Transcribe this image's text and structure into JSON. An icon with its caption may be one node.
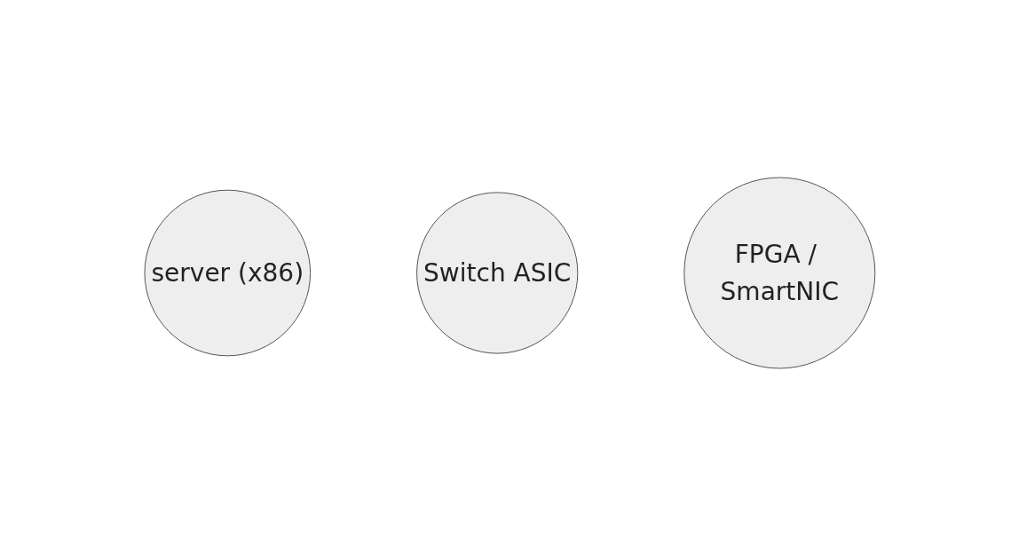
{
  "diagram": {
    "nodes": [
      {
        "text": [
          "server (x86)"
        ]
      },
      {
        "text": [
          "Switch ASIC"
        ]
      },
      {
        "text": [
          "FPGA / SmartNIC"
        ]
      }
    ]
  }
}
